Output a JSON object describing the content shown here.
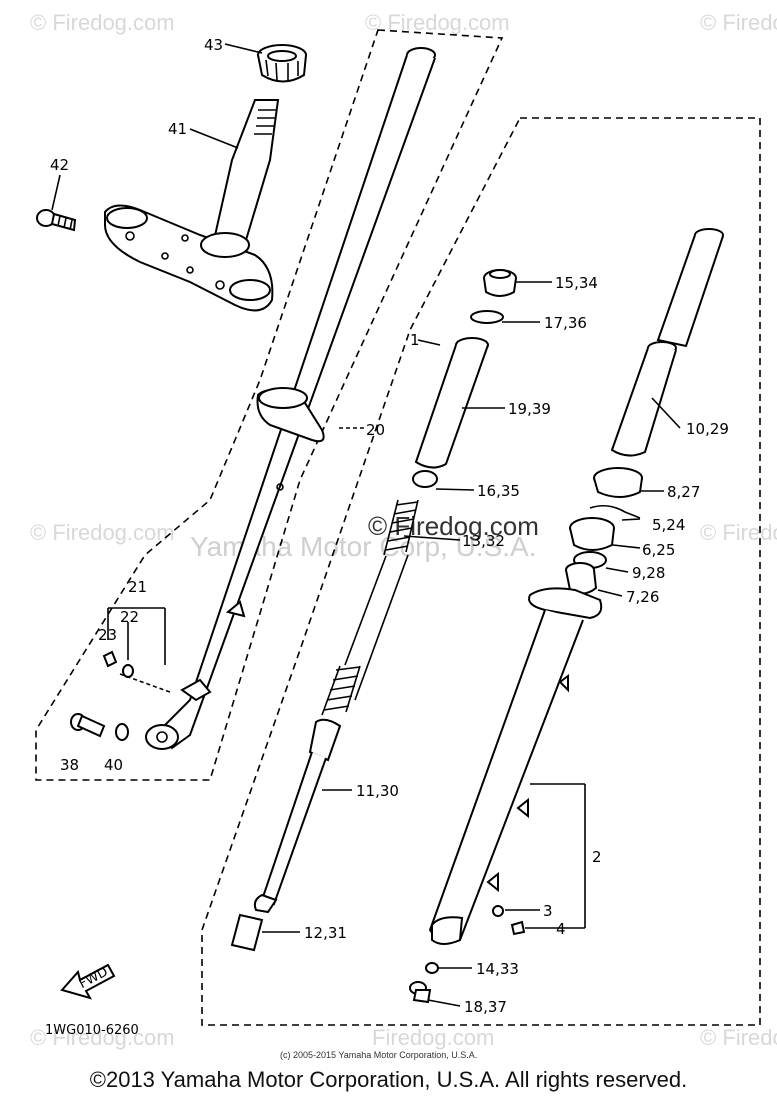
{
  "watermarks": {
    "firedog": "© Firedog.com",
    "firedog_plain": "Firedog.com",
    "firedog_center": "© Firedog.com",
    "yamaha_center": "Yamaha Motor Corp, U.S.A."
  },
  "diagram_code": "1WG010-6260",
  "small_copyright": "(c) 2005-2015 Yamaha Motor Corporation, U.S.A.",
  "copyright": "©2013 Yamaha Motor Corporation, U.S.A. All rights reserved.",
  "fwd_label": "FWD",
  "part_labels": {
    "p43": "43",
    "p41": "41",
    "p42": "42",
    "p20": "20",
    "p21": "21",
    "p22": "22",
    "p23": "23",
    "p38": "38",
    "p40": "40",
    "p1": "1",
    "p15_34": "15,34",
    "p17_36": "17,36",
    "p19_39": "19,39",
    "p16_35": "16,35",
    "p13_32": "13,32",
    "p10_29": "10,29",
    "p8_27": "8,27",
    "p5_24": "5,24",
    "p6_25": "6,25",
    "p9_28": "9,28",
    "p7_26": "7,26",
    "p11_30": "11,30",
    "p2": "2",
    "p3": "3",
    "p4": "4",
    "p12_31": "12,31",
    "p14_33": "14,33",
    "p18_37": "18,37"
  }
}
